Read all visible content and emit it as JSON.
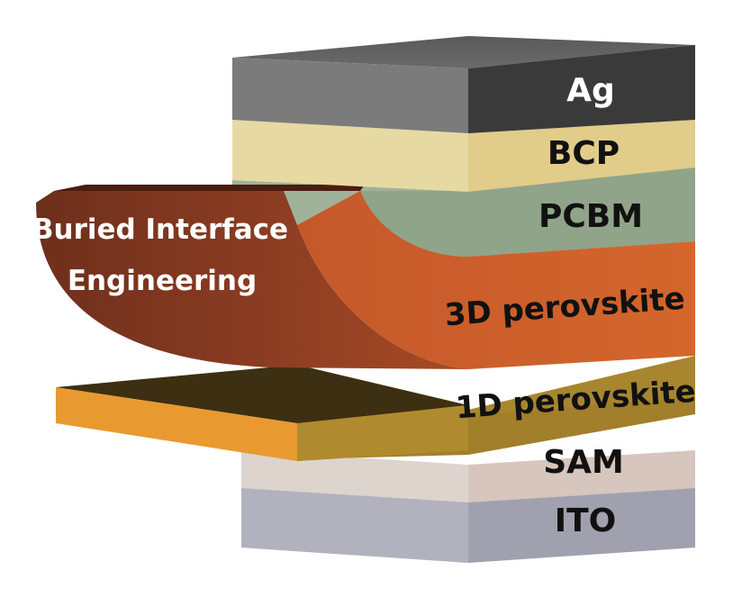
{
  "layers": [
    {
      "name": "Ag",
      "front_color": "#3c3c3c",
      "side_color": "#7a7a7a"
    },
    {
      "name": "BCP",
      "front_color": "#e3cf8e",
      "side_color": "#e6d8a0"
    },
    {
      "name": "PCBM",
      "front_color": "#8fa489",
      "side_color": "#9fb299"
    },
    {
      "name": "3D perovskite",
      "front_color": "#d0602a",
      "side_color": "#8a3b22"
    },
    {
      "name": "1D perovskite",
      "front_color": "#a8862f",
      "side_color": "#e3982e"
    },
    {
      "name": "SAM",
      "front_color": "#d8c8c0",
      "side_color": "#ddd3cd"
    },
    {
      "name": "ITO",
      "front_color": "#a3a3b1",
      "side_color": "#b1b1bd"
    }
  ],
  "callout": {
    "line1": "Buried Interface",
    "line2": "Engineering"
  }
}
